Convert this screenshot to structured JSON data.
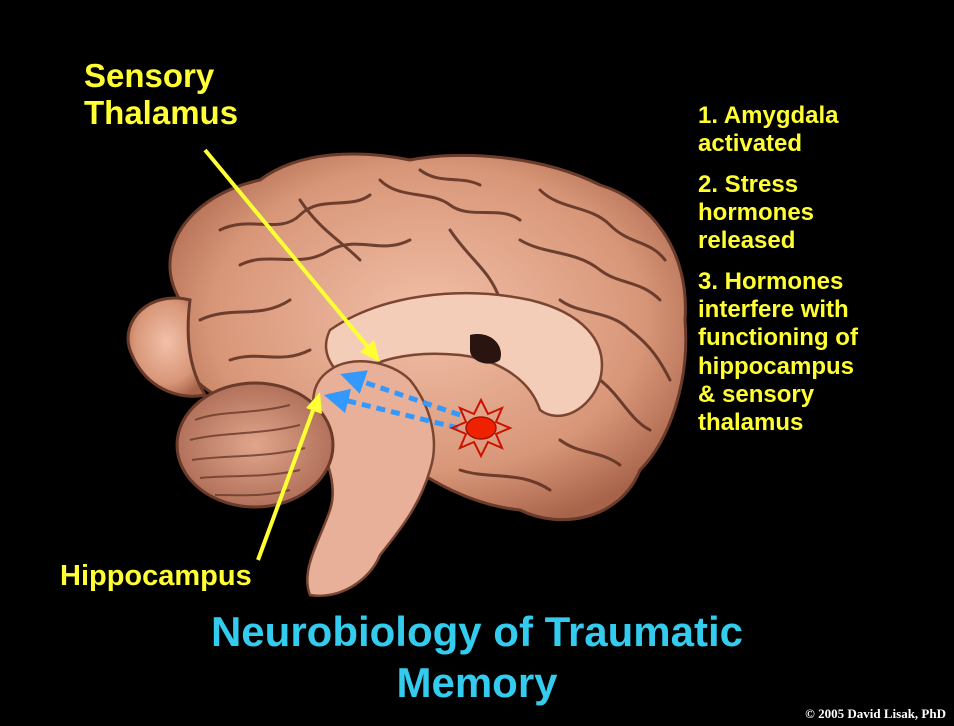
{
  "labels": {
    "sensory_thalamus_line1": "Sensory",
    "sensory_thalamus_line2": "Thalamus",
    "hippocampus": "Hippocampus"
  },
  "steps": [
    {
      "line1": "1. Amygdala",
      "line2": "activated"
    },
    {
      "line1": "2. Stress",
      "line2": "hormones",
      "line3": "released"
    },
    {
      "line1": "3. Hormones",
      "line2": "interfere with",
      "line3": "functioning of",
      "line4": "hippocampus",
      "line5": "& sensory",
      "line6": "thalamus"
    }
  ],
  "title": {
    "line1": "Neurobiology of Traumatic",
    "line2": "Memory"
  },
  "copyright": "© 2005 David Lisak, PhD",
  "colors": {
    "background": "#000000",
    "label_yellow": "#ffff33",
    "title_cyan": "#33ccee",
    "arrow_blue": "#3399ff",
    "amygdala_red": "#ee2200"
  }
}
